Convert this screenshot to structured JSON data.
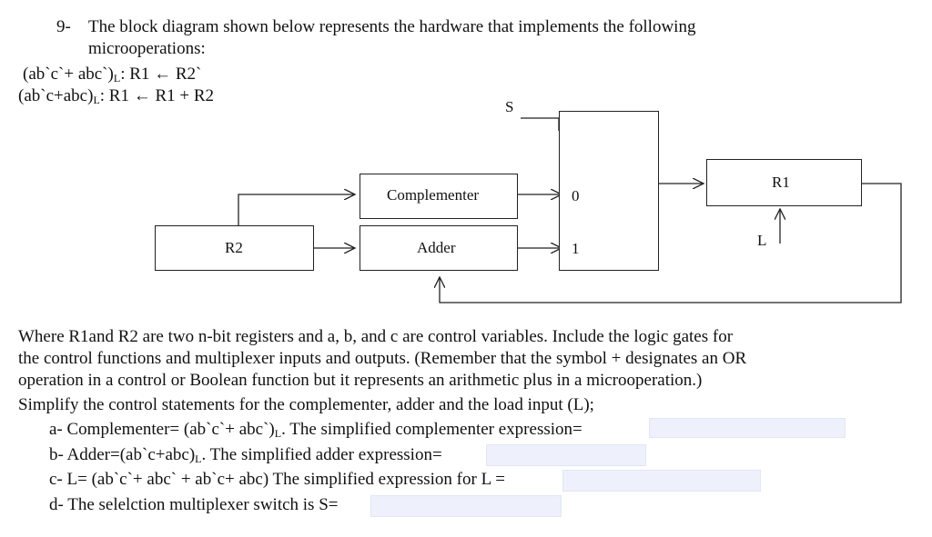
{
  "question": {
    "number": "9-",
    "line1": "The block diagram shown below represents the hardware that implements the following",
    "line2": "microoperations:",
    "micro1_cond": "(ab`c`+ abc`)",
    "micro1_sub": "L",
    "micro1_op": ": R1 ← R2`",
    "micro2_cond": "(ab`c+abc)",
    "micro2_sub": "L",
    "micro2_op": ": R1 ← R1 + R2"
  },
  "diagram": {
    "select_label": "S",
    "complementer": "Complementer",
    "adder": "Adder",
    "r2": "R2",
    "r1": "R1",
    "mux_in0": "0",
    "mux_in1": "1",
    "load_label": "L"
  },
  "body": {
    "p1": "Where R1and R2 are two n-bit registers and a, b, and c are control variables. Include the logic gates for",
    "p2": "the control functions and multiplexer inputs and outputs. (Remember that the symbol + designates an OR",
    "p3": "operation in a control or Boolean function but it represents an arithmetic plus in a microoperation.)",
    "p4": "Simplify the control statements for the complementer, adder and the load input (L);"
  },
  "items": {
    "a_pre": "a- Complementer= (ab`c`+ abc`)",
    "a_sub": "L",
    "a_post": ". The simplified complementer expression=",
    "b_pre": "b- Adder=(ab`c+abc)",
    "b_sub": "L",
    "b_post": ". The simplified adder expression=",
    "c_text": "c- L= (ab`c`+ abc` + ab`c+ abc) The simplified expression for L =",
    "d_text": "d- The selelction multiplexer switch is S="
  },
  "answers": {
    "a": "",
    "b": "",
    "c": "",
    "d": ""
  }
}
